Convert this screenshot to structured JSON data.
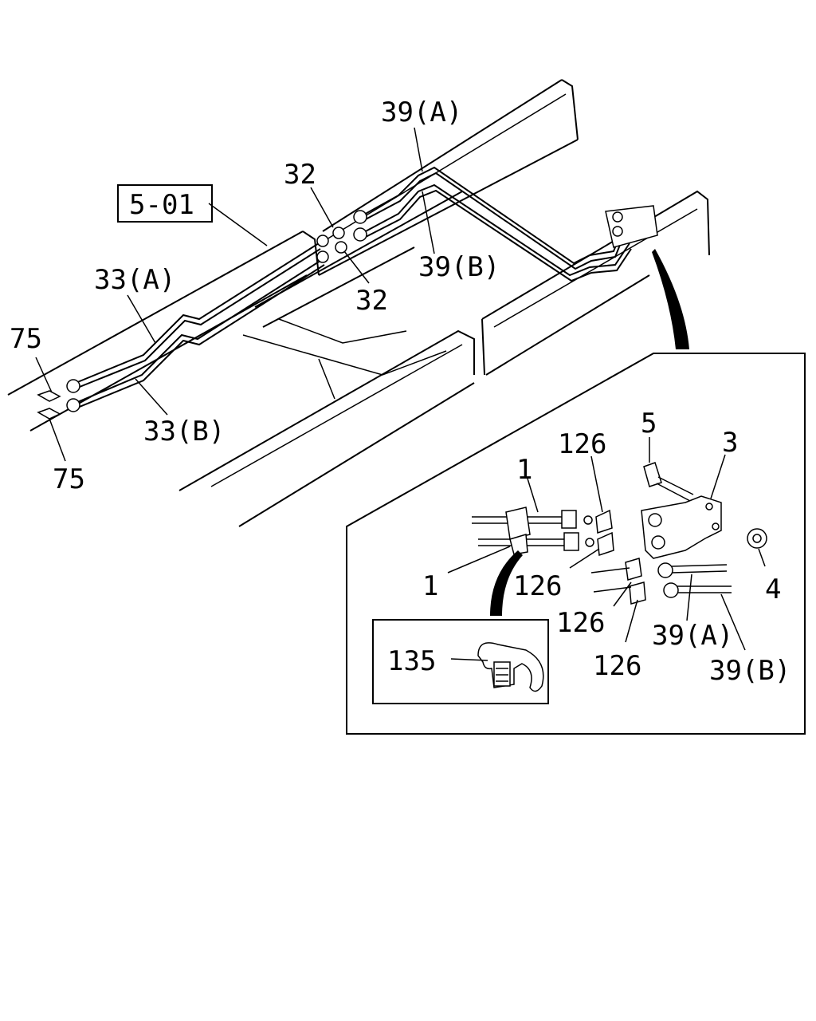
{
  "labels": {
    "ref_box": "5-01",
    "l_39a_top": "39(A)",
    "l_32_top": "32",
    "l_32_bottom": "32",
    "l_39b_top": "39(B)",
    "l_33a": "33(A)",
    "l_33b": "33(B)",
    "l_75_top": "75",
    "l_75_bottom": "75",
    "l_126_a": "126",
    "l_5": "5",
    "l_3": "3",
    "l_1_top": "1",
    "l_1_bottom": "1",
    "l_126_b": "126",
    "l_4": "4",
    "l_126_c": "126",
    "l_39a_detail": "39(A)",
    "l_126_d": "126",
    "l_39b_detail": "39(B)",
    "l_135": "135"
  }
}
